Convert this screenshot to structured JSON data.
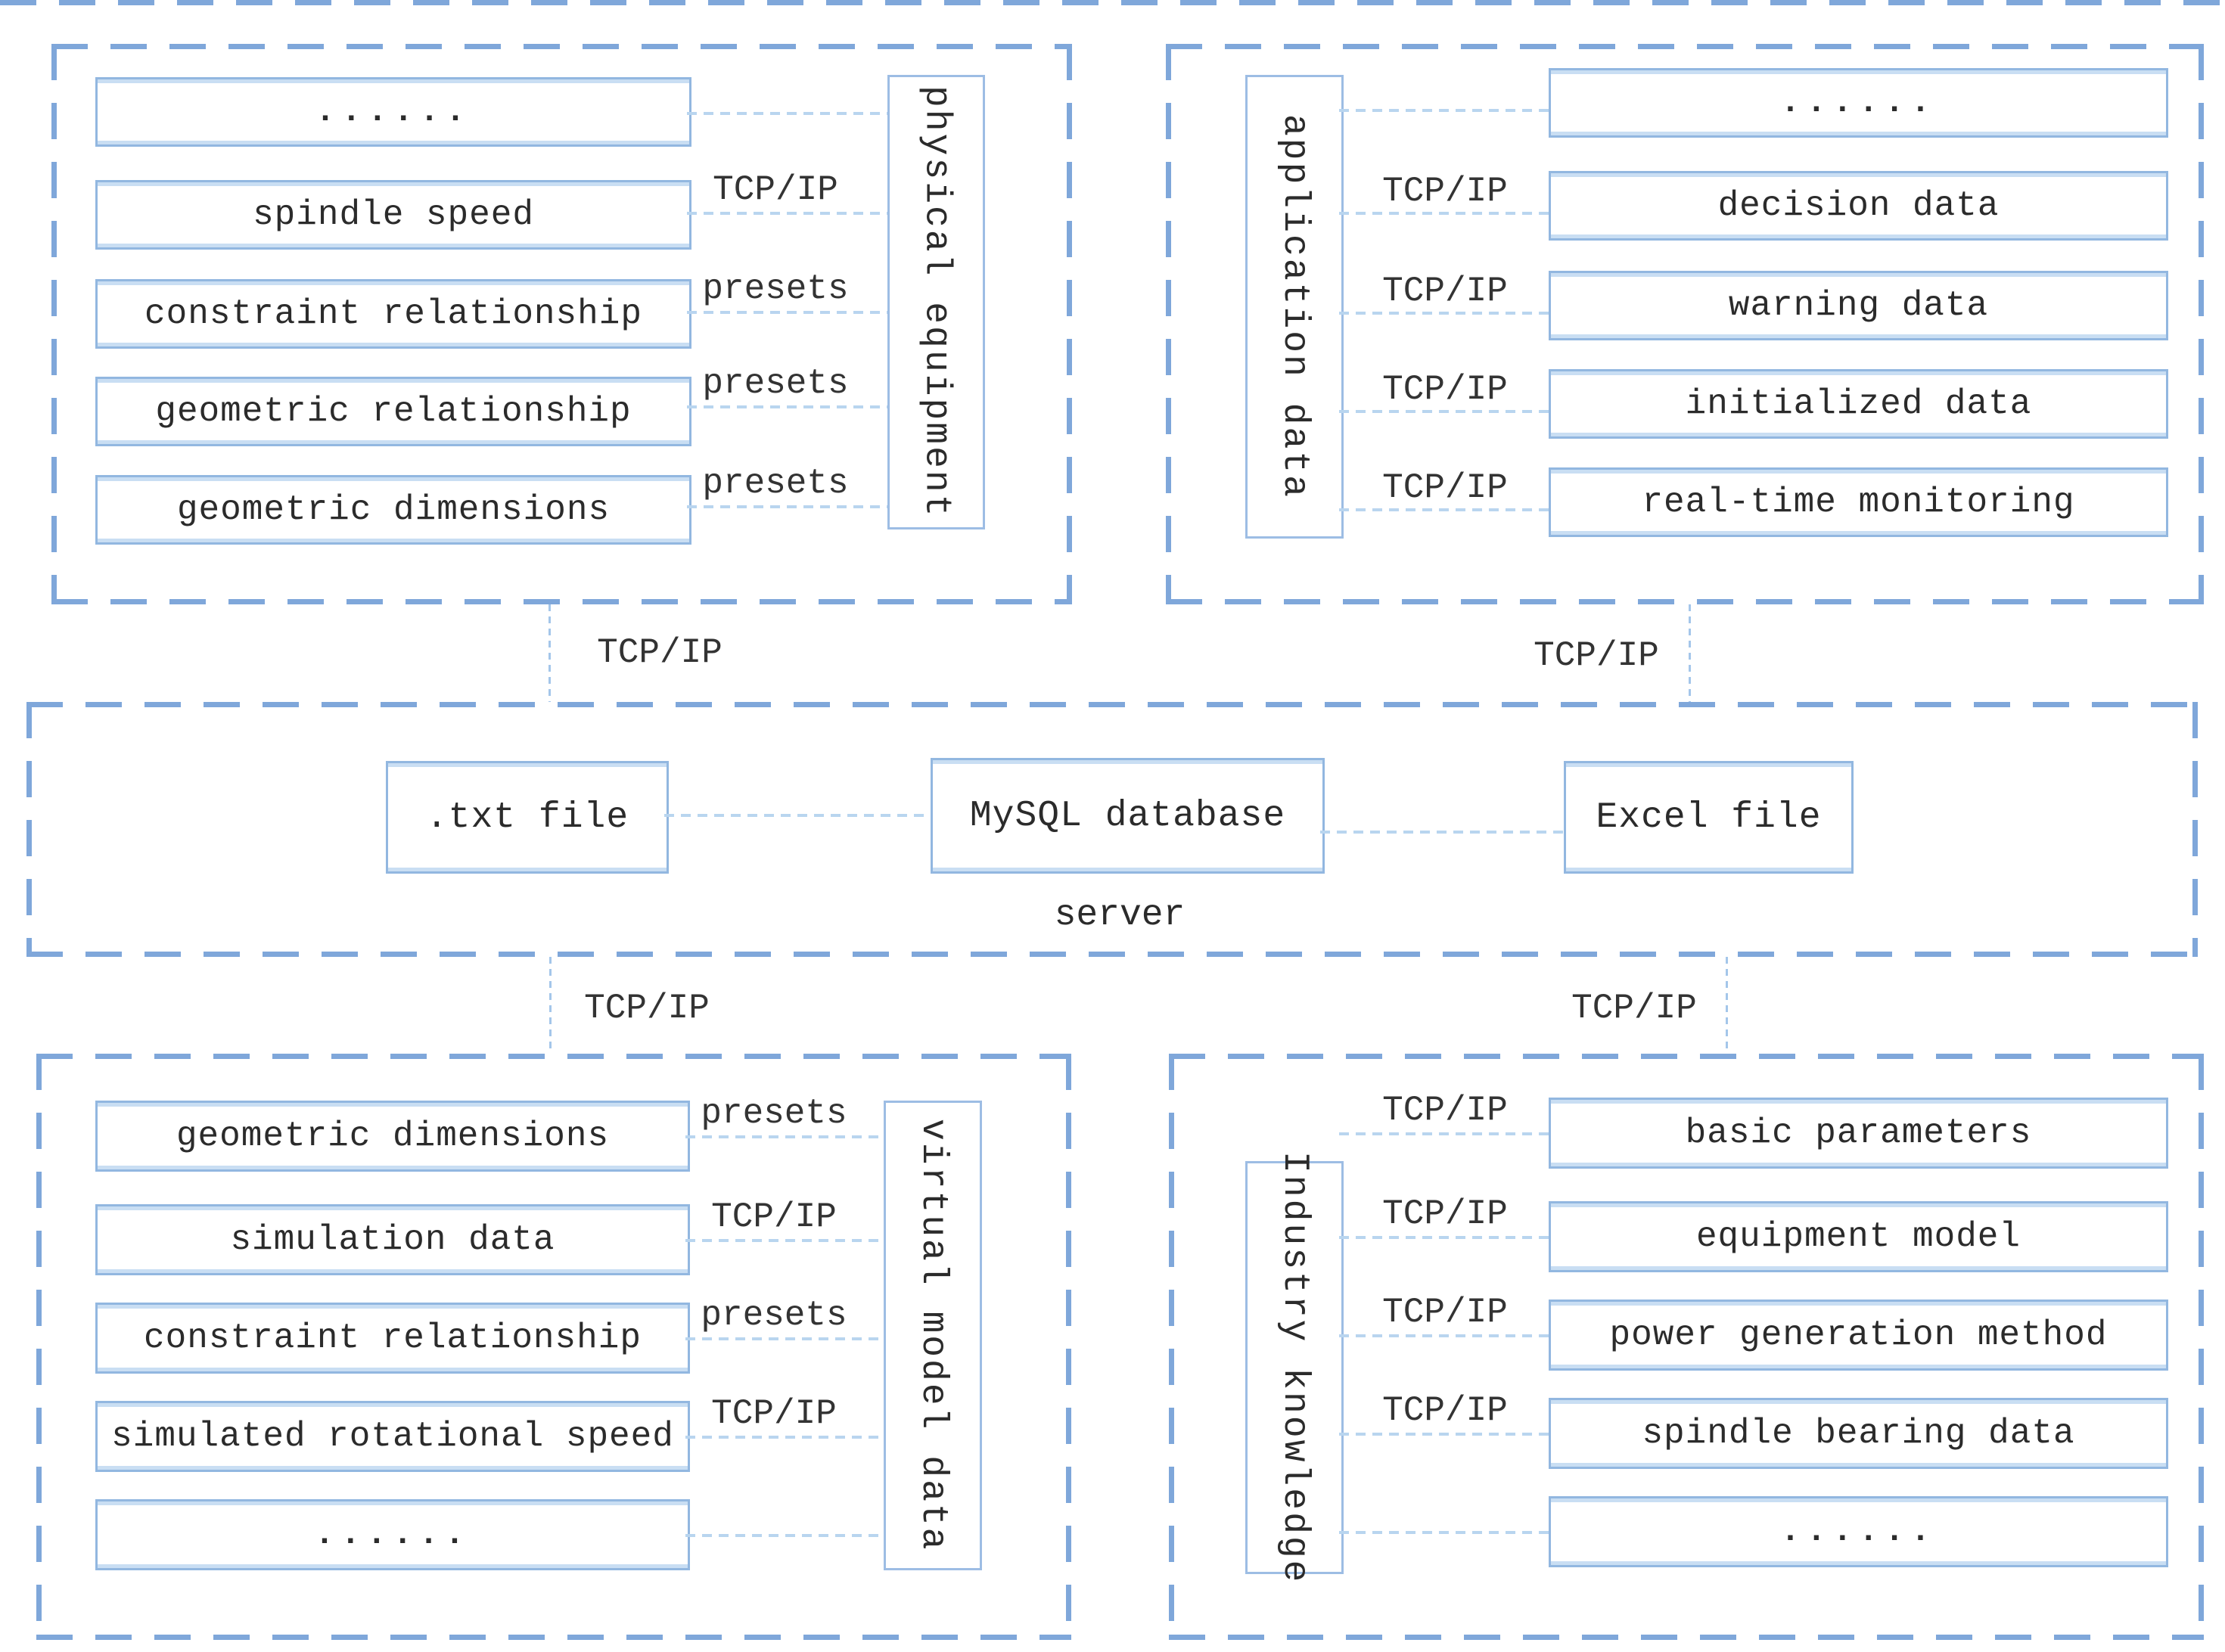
{
  "colors": {
    "dashed_border": "#7fa7da",
    "node_border": "#92b7e0",
    "connector": "#b9d5ef",
    "text": "#2b2b2b"
  },
  "quadrants": {
    "physical_equipment": {
      "title": "physical equipment",
      "rows": [
        {
          "label": "......",
          "link": ""
        },
        {
          "label": "spindle speed",
          "link": "TCP/IP"
        },
        {
          "label": "constraint relationship",
          "link": "presets"
        },
        {
          "label": "geometric relationship",
          "link": "presets"
        },
        {
          "label": "geometric dimensions",
          "link": "presets"
        }
      ]
    },
    "application_data": {
      "title": "application data",
      "rows": [
        {
          "label": "......",
          "link": ""
        },
        {
          "label": "decision data",
          "link": "TCP/IP"
        },
        {
          "label": "warning data",
          "link": "TCP/IP"
        },
        {
          "label": "initialized data",
          "link": "TCP/IP"
        },
        {
          "label": "real-time monitoring",
          "link": "TCP/IP"
        }
      ]
    },
    "virtual_model_data": {
      "title": "virtual model data",
      "rows": [
        {
          "label": "geometric dimensions",
          "link": "presets"
        },
        {
          "label": "simulation data",
          "link": "TCP/IP"
        },
        {
          "label": "constraint relationship",
          "link": "presets"
        },
        {
          "label": "simulated rotational speed",
          "link": "TCP/IP"
        },
        {
          "label": "......",
          "link": ""
        }
      ]
    },
    "industry_knowledge": {
      "title": "Industry knowledge",
      "rows": [
        {
          "label": "basic parameters",
          "link": "TCP/IP"
        },
        {
          "label": "equipment model",
          "link": "TCP/IP"
        },
        {
          "label": "power generation method",
          "link": "TCP/IP"
        },
        {
          "label": "spindle bearing data",
          "link": "TCP/IP"
        },
        {
          "label": "......",
          "link": ""
        }
      ]
    }
  },
  "server": {
    "label": "server",
    "files": [
      ".txt file",
      "MySQL database",
      "Excel file"
    ]
  },
  "trunk_links": {
    "top_left": "TCP/IP",
    "top_right": "TCP/IP",
    "bottom_left": "TCP/IP",
    "bottom_right": "TCP/IP"
  }
}
